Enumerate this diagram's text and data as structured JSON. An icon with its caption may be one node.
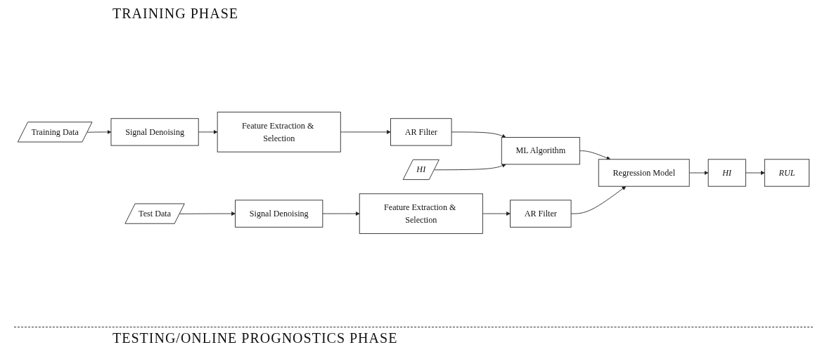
{
  "diagram": {
    "nodes": [
      {
        "text": [
          "HI"
        ]
      },
      {
        "text": [
          "Training Data"
        ]
      },
      {
        "text": [
          "Signal Denoising"
        ]
      },
      {
        "text": [
          "Feature Extraction & Selection"
        ]
      },
      {
        "text": [
          "AR Filter"
        ]
      },
      {
        "text": [
          "ML Algorithm"
        ]
      },
      {
        "text": [
          "Test Data"
        ]
      },
      {
        "text": [
          "Signal Denoising"
        ]
      },
      {
        "text": [
          "Feature Extraction & Selection"
        ]
      },
      {
        "text": [
          "AR Filter"
        ]
      },
      {
        "text": [
          "Regression Model"
        ]
      },
      {
        "text": [
          "HI"
        ]
      },
      {
        "text": [
          "RUL"
        ]
      }
    ],
    "edges": [
      {
        "from": 1,
        "to": 2,
        "arrow": "to"
      },
      {
        "from": 2,
        "to": 3,
        "arrow": "to"
      },
      {
        "from": 3,
        "to": 4,
        "arrow": "to"
      },
      {
        "from": 4,
        "to": 5,
        "arrow": "to"
      },
      {
        "from": 0,
        "to": 5,
        "arrow": "to"
      },
      {
        "from": 5,
        "to": 10,
        "arrow": "to"
      },
      {
        "from": 6,
        "to": 7,
        "arrow": "to"
      },
      {
        "from": 7,
        "to": 8,
        "arrow": "to"
      },
      {
        "from": 8,
        "to": 9,
        "arrow": "to"
      },
      {
        "from": 9,
        "to": 10,
        "arrow": "to"
      },
      {
        "from": 10,
        "to": 11,
        "arrow": "to"
      },
      {
        "from": 11,
        "to": 12,
        "arrow": "to"
      }
    ],
    "labels": [
      "TRAINING PHASE",
      "TESTING/ONLINE PROGNOSTICS PHASE"
    ]
  }
}
